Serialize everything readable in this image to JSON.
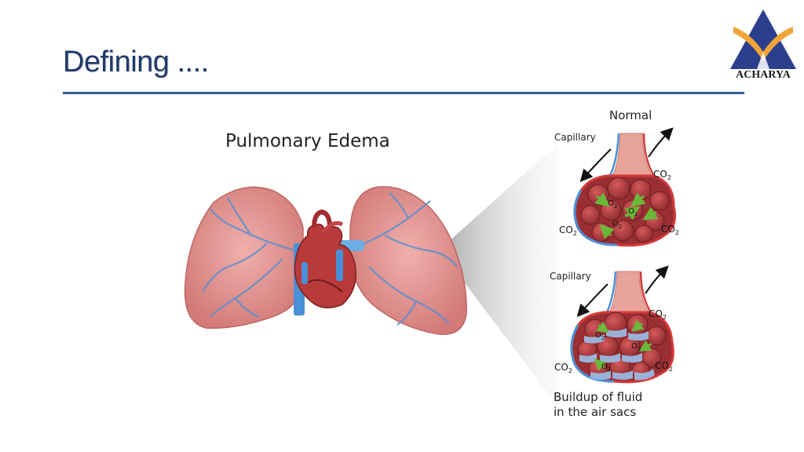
{
  "slide": {
    "title": "Defining ...."
  },
  "logo": {
    "name": "ACHARYA",
    "colors": {
      "blue": "#2b3f8c",
      "orange": "#f0a53a"
    }
  },
  "diagram": {
    "heading": "Pulmonary Edema",
    "normal": {
      "label": "Normal",
      "capillary_label": "Capillary",
      "gases": [
        "CO",
        "CO",
        "CO",
        "O",
        "O",
        "O"
      ]
    },
    "edema": {
      "capillary_label": "Capillary",
      "caption_line1": "Buildup of fluid",
      "caption_line2": "in the air sacs",
      "gases": [
        "CO",
        "CO",
        "CO",
        "O",
        "O",
        "O"
      ]
    },
    "subscript": "2",
    "colors": {
      "lung": "#d98585",
      "lung_dark": "#b85c5c",
      "vessel_blue": "#4a90d6",
      "heart": "#b83a3a",
      "alveoli": "#c0474a",
      "fluid": "#9cc0ea",
      "arrow_green": "#6ab83a"
    }
  }
}
